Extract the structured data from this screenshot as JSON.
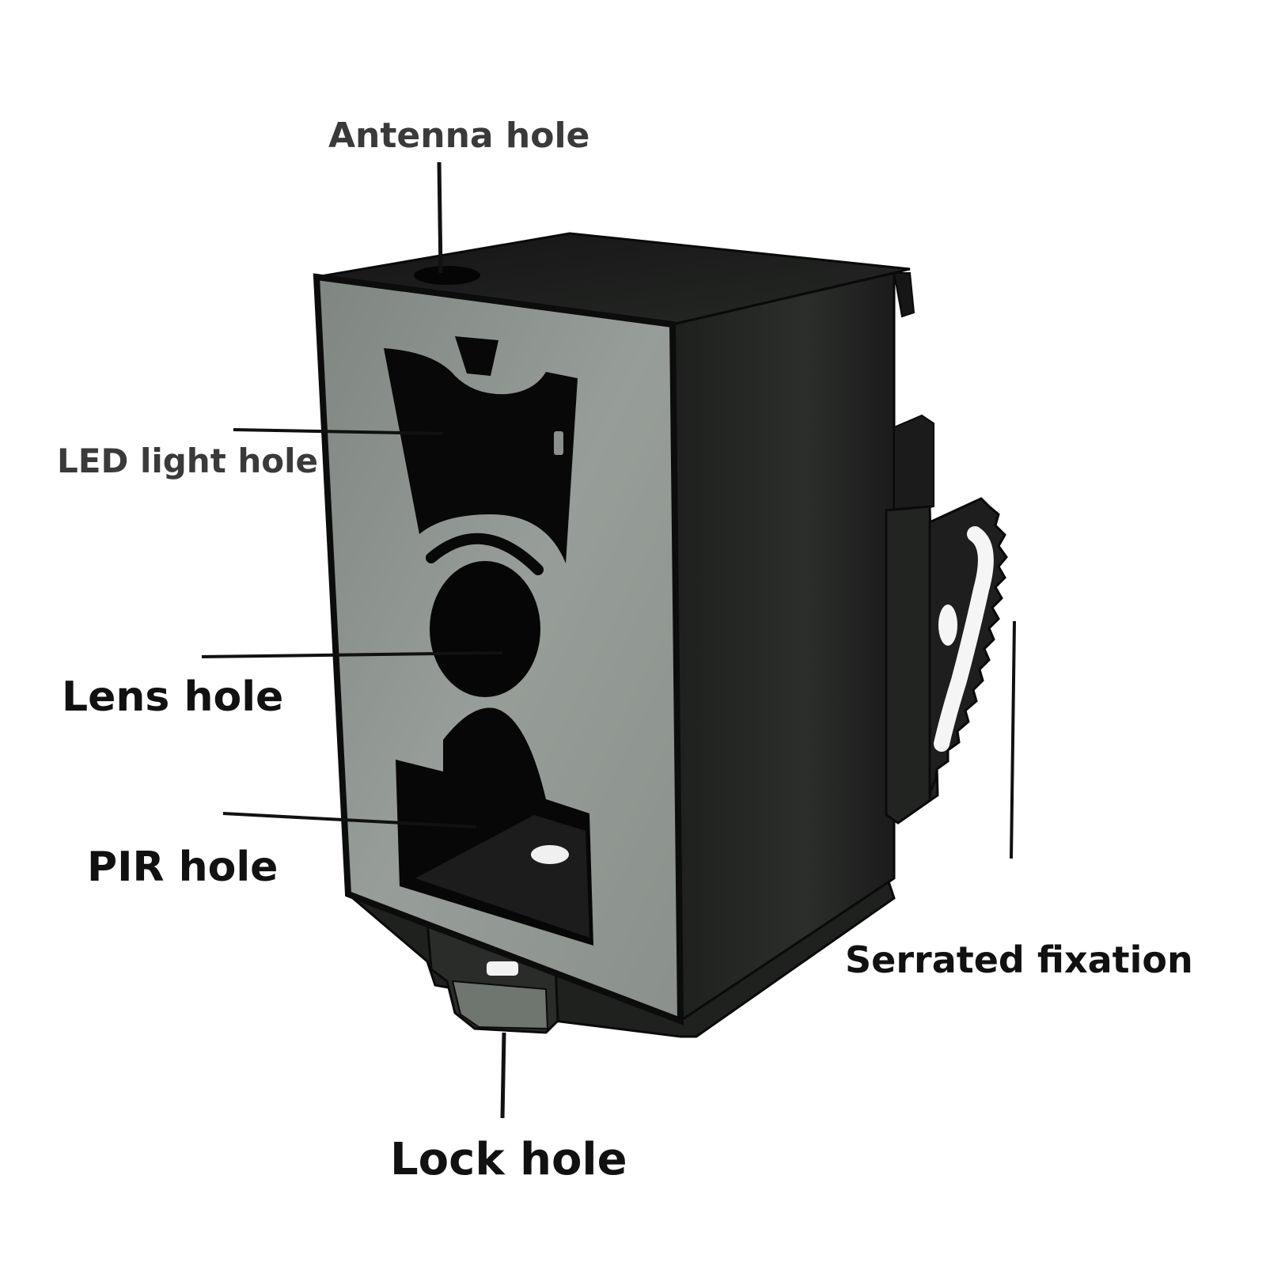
{
  "labels": {
    "antenna": "Antenna hole",
    "led": "LED light hole",
    "lens": "Lens hole",
    "pir": "PIR hole",
    "serrated": "Serrated fixation",
    "lock": "Lock hole"
  },
  "colors": {
    "front_panel": "#8e948f",
    "side_panel": "#262826",
    "top_panel": "#1c1d1c",
    "edge": "#0c0c0c",
    "hole": "#080808",
    "label_light": "#3a3a3a",
    "label_dark": "#111111",
    "leader": "#111111"
  }
}
